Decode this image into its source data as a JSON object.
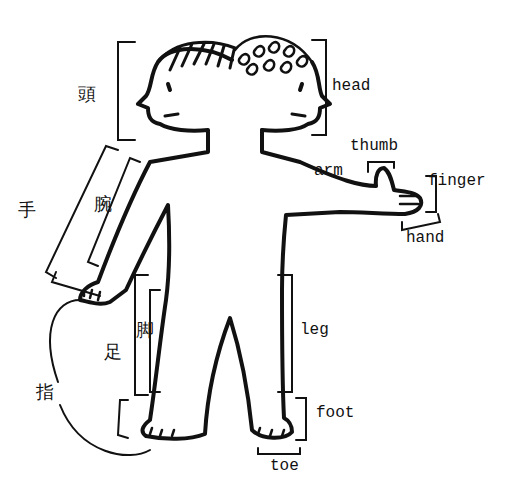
{
  "diagram": {
    "labels": [
      "頭",
      "head",
      "thumb",
      "arm",
      "finger",
      "手",
      "腕",
      "hand",
      "脚",
      "足",
      "leg",
      "指",
      "foot",
      "toe"
    ]
  }
}
